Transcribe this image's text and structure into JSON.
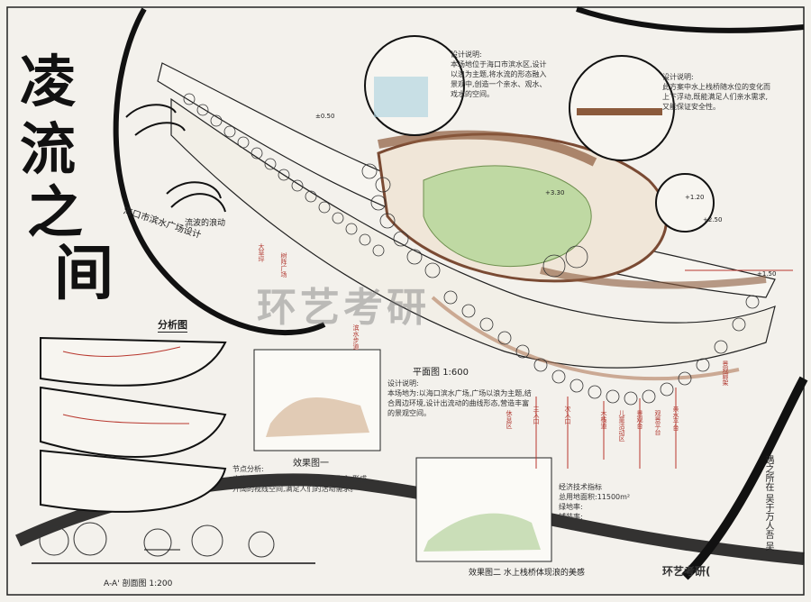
{
  "title_chars": [
    "凌",
    "流",
    "之",
    "间"
  ],
  "subtitle": "海口市滨水广场设计",
  "analysis_title": "分析图",
  "flow_caption": "流波的浪动",
  "plan_title": "平面图",
  "plan_scale": "1:600",
  "section_title": "A-A' 剖面图",
  "section_scale": "1:200",
  "effect1_title": "效果图一",
  "effect2_title": "效果图二",
  "effect2_caption": "水上栈桥体现浪的美感",
  "watermark_text": "环艺考研",
  "logo_text": "环艺考研(",
  "author_text": "遇之所在 吴于万人吾 吴",
  "design_notes": {
    "block1": "设计说明:\n本场地位于海口市滨水区,设计以浪为主题,将水流的形态融入景观中,创造一个亲水、观水、戏水的空间。",
    "block2": "设计说明:\n此方案中水上栈桥随水位的变化而上下浮动,既能满足人们亲水需求,又能保证安全性。",
    "block3": "设计说明:\n本场地为:以海口滨水广场,广场以浪为主题,结合周边环境,设计出流动的曲线形态,营造丰富的景观空间。",
    "block4": "节点分析:\n广场中心设置大草坪,以种植乔木为主,形成开阔的视线空间,满足人们的活动需求。"
  },
  "legend": {
    "title": "经济技术指标",
    "items": [
      "总用地面积:11500m²",
      "绿地率:",
      "铺装率:"
    ]
  },
  "plan_labels": [
    "主入口",
    "次入口",
    "木栈道",
    "景观台",
    "亲水平台",
    "大草坪",
    "树阵广场",
    "滨水步道",
    "景观廊架",
    "休息区",
    "儿童活动区",
    "观景平台"
  ],
  "elevation_marks": [
    "±0.50",
    "+3.30",
    "+2.50",
    "+1.20",
    "+1.50"
  ],
  "colors": {
    "paper": "#f3f1ec",
    "ink": "#1c1c1c",
    "red": "#b8372e",
    "green": "#8fbf6a",
    "brown": "#8b5a3c",
    "water": "#9ec6d6"
  }
}
